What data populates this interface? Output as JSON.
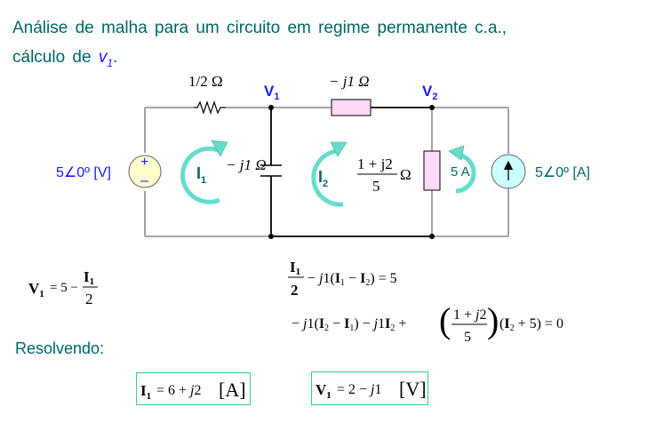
{
  "title": {
    "line1": "Análise de malha para um circuito em regime permanente c.a.,",
    "line2_prefix": "cálculo de ",
    "line2_var": "v",
    "line2_sub": "1",
    "line2_suffix": "."
  },
  "circuit": {
    "resistor_label": "1/2 Ω",
    "node1": "V",
    "node1_sub": "1",
    "node2": "V",
    "node2_sub": "2",
    "series_impedance_label": "− j1 Ω",
    "capacitor_label": "− j1 Ω",
    "shunt_impedance_num": "1 + j2",
    "shunt_impedance_den": "5",
    "shunt_impedance_unit": "Ω",
    "voltage_source_label": "5∠0º  [V]",
    "current_source_label": "5∠0º  [A]",
    "mesh1_label": "I",
    "mesh1_sub": "1",
    "mesh2_label": "I",
    "mesh2_sub": "2",
    "mesh3_label": "5 A",
    "colors": {
      "wire": "#999999",
      "wire_dark": "#000000",
      "impedance_fill": "#ffd9f5",
      "vsource_fill": "#ffffcc",
      "isource_fill": "#ccffff",
      "mesh_arrow": "#66ddcc",
      "node_label": "#1a1aff",
      "text_teal": "#006666",
      "box_border": "#33cc99"
    }
  },
  "equations": {
    "eq_v1": "V₁ = 5 − I₁/2",
    "eq_mesh1": "I₁/2 − j1(I₁ − I₂) = 5",
    "eq_mesh2": "−j1(I₂ − I₁) − j1I₂ + ((1 + j2)/5)(I₂ + 5) = 0",
    "resolvendo": "Resolvendo:",
    "result_i1": "I₁ = 6 + j2  [A]",
    "result_v1": "V₁ = 2 − j1  [V]"
  }
}
